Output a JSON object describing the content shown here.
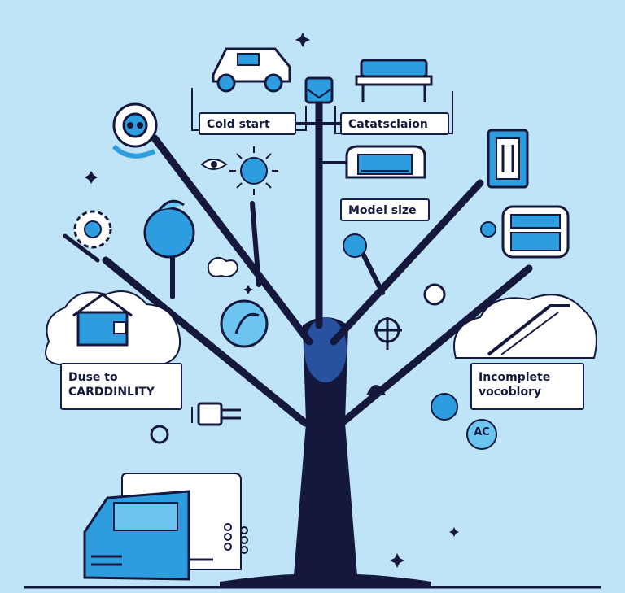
{
  "labels": {
    "cold_start": "Cold start",
    "categorization": "Catatsclaion",
    "model_size": "Model size",
    "cardinality_line1": "Duse to",
    "cardinality_line2": "CARDDINLITY",
    "vocabulary_line1": "Incomplete",
    "vocabulary_line2": "vocoblory",
    "ac_badge": "AC"
  },
  "colors": {
    "background": "#bfe3f7",
    "ink": "#14183d",
    "accent": "#2d9de0",
    "accent_light": "#6cc4f0",
    "panel": "#ffffff"
  }
}
